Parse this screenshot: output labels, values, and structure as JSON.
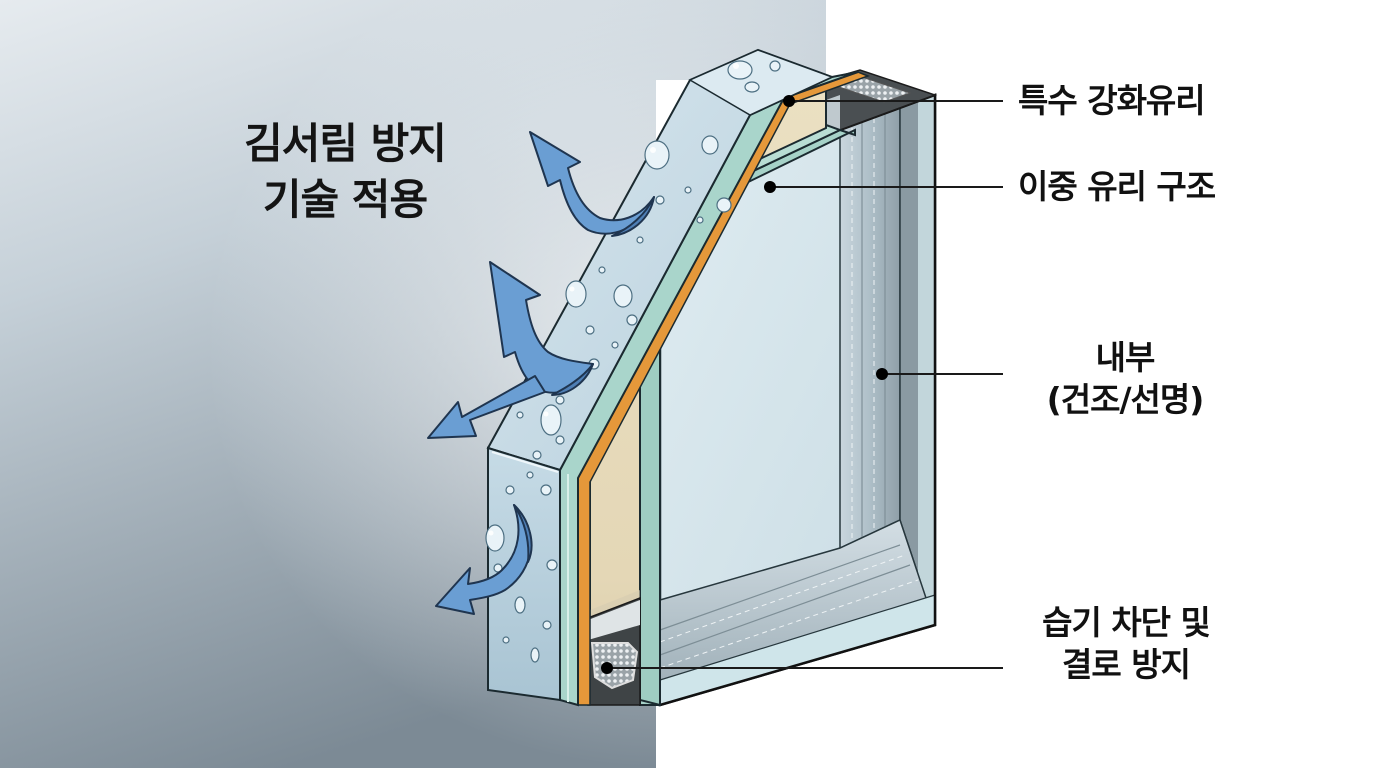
{
  "title": {
    "line1": "김서림 방지",
    "line2": "기술 적용"
  },
  "labels": [
    {
      "id": "tempered-glass",
      "lines": [
        "특수 강화유리"
      ]
    },
    {
      "id": "double-glazing",
      "lines": [
        "이중 유리 구조"
      ]
    },
    {
      "id": "interior",
      "lines": [
        "내부",
        "(건조/선명)"
      ]
    },
    {
      "id": "moisture-seal",
      "lines": [
        "습기 차단 및",
        "결로 방지"
      ]
    }
  ],
  "icons": {
    "airflow-arrows": "curved-arrow-icon",
    "water-droplets": "droplet-icon",
    "desiccant-spacer": "spacer-icon",
    "callout-dot": "dot-icon"
  },
  "colors": {
    "background_left_top": "#dfe5ea",
    "background_left_bottom": "#7f8d98",
    "background_right": "#ffffff",
    "outer_glass": "#c9dde8",
    "glass_edge": "#9ecfc4",
    "low_e_coating": "#e59a3c",
    "air_gap": "#e6dcc0",
    "inner_pane": "#d6e6ec",
    "arrow_fill": "#6b9fd4",
    "arrow_stroke": "#1f3550",
    "text": "#111111",
    "leader_line": "#1a1a1a"
  }
}
